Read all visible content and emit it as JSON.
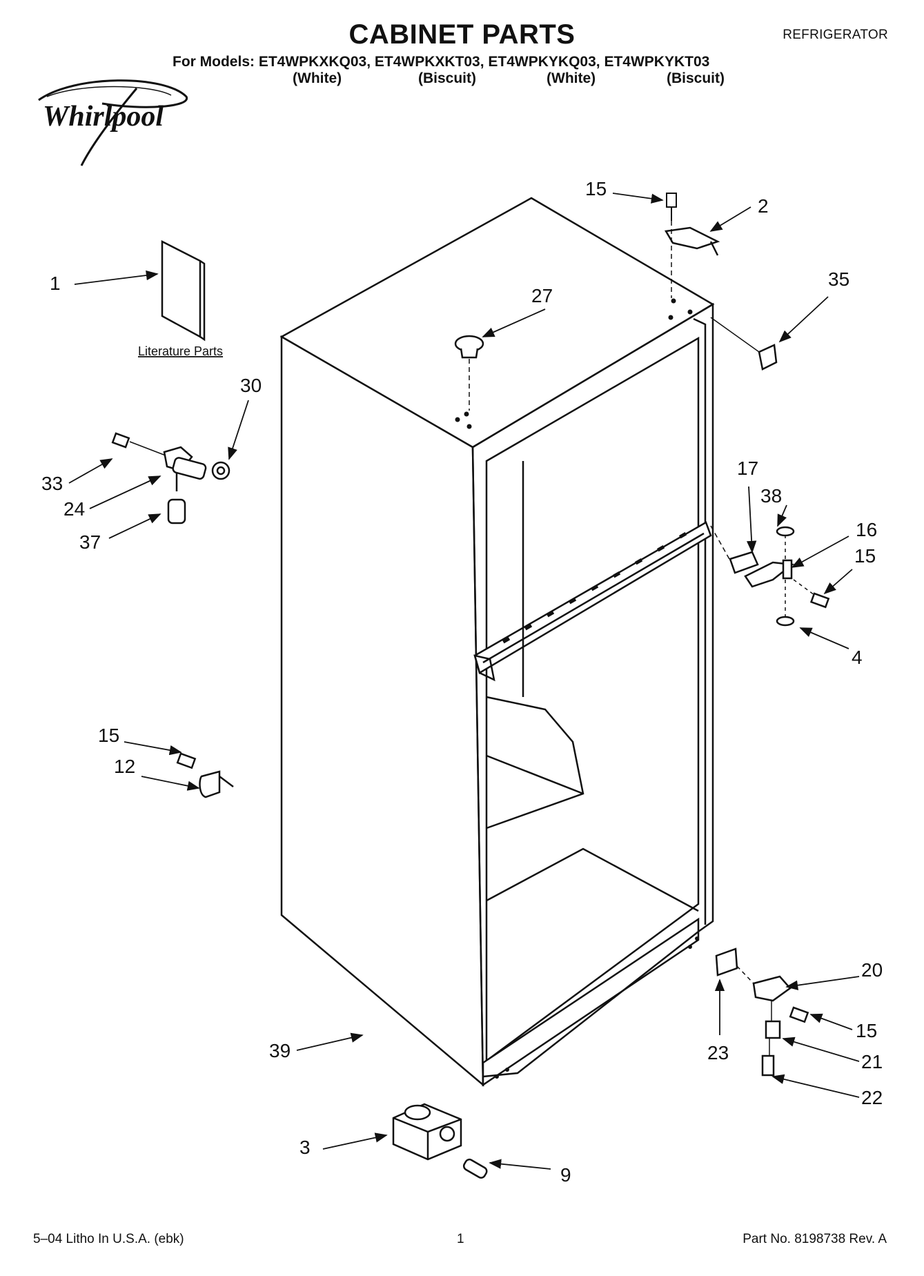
{
  "header": {
    "title": "CABINET PARTS",
    "category": "REFRIGERATOR",
    "models_line": "For Models: ET4WPKXKQ03, ET4WPKXKT03, ET4WPKYKQ03, ET4WPKYKT03",
    "colors": [
      "(White)",
      "(Biscuit)",
      "(White)",
      "(Biscuit)"
    ]
  },
  "brand": {
    "logo_text": "Whirlpool"
  },
  "literature_label": "Literature Parts",
  "callouts": [
    "1",
    "2",
    "3",
    "4",
    "9",
    "12",
    "15",
    "15",
    "15",
    "15",
    "16",
    "17",
    "20",
    "21",
    "22",
    "23",
    "24",
    "27",
    "30",
    "33",
    "35",
    "37",
    "38",
    "39"
  ],
  "footer": {
    "left": "5–04 Litho In U.S.A. (ebk)",
    "center": "1",
    "right": "Part No. 8198738 Rev. A"
  }
}
